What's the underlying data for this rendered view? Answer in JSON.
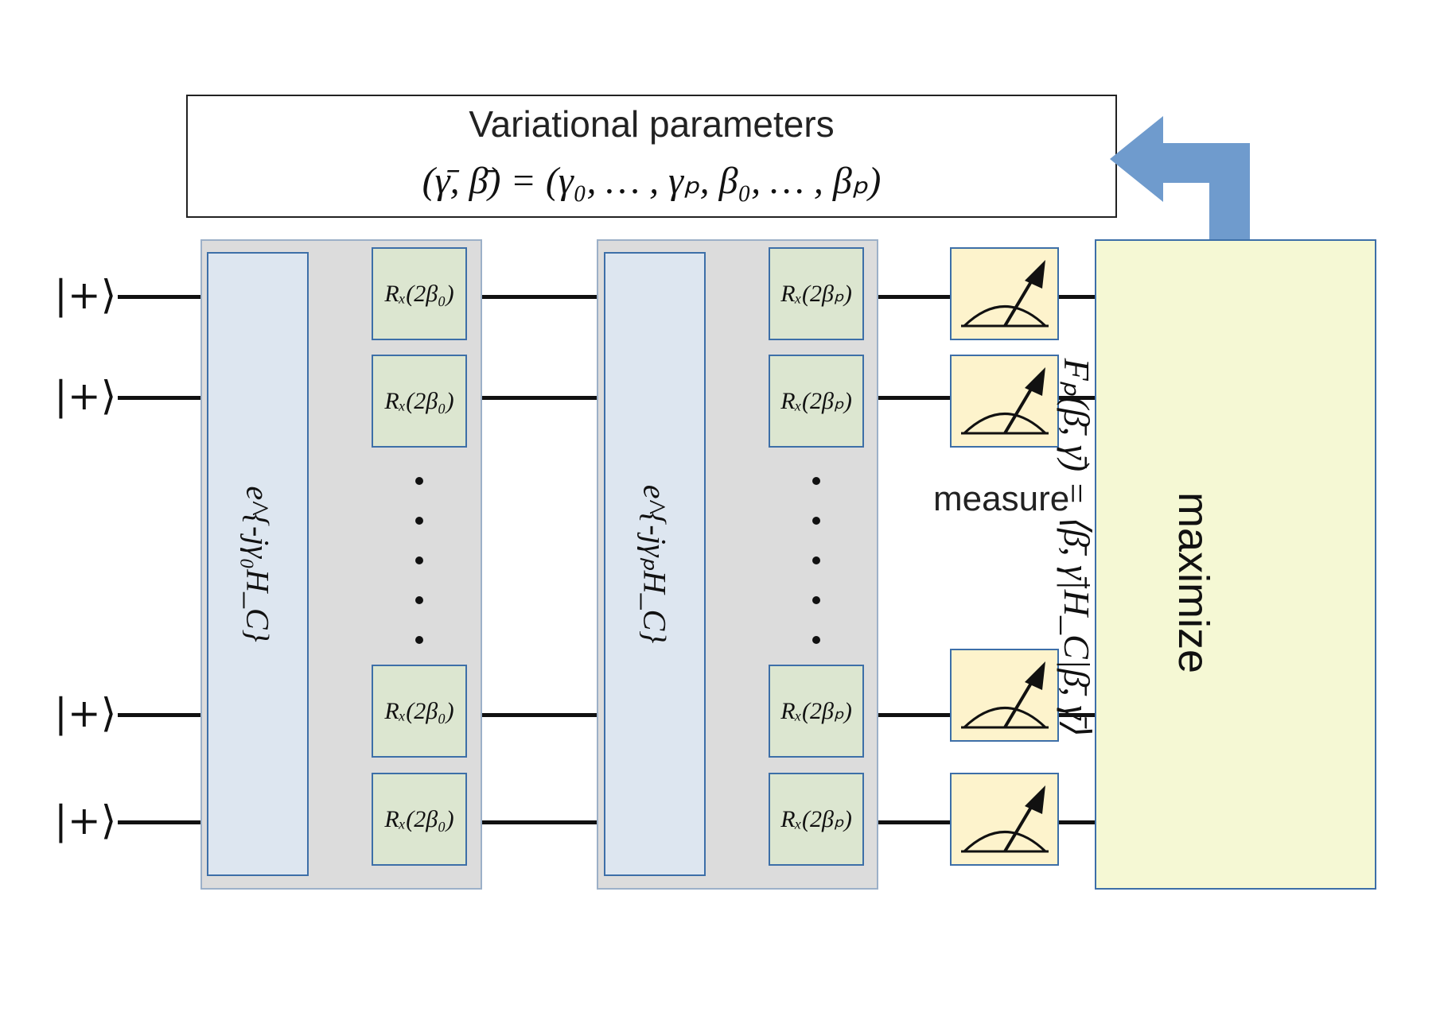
{
  "header": {
    "title": "Variational parameters",
    "formula": "(γ̄, β̄) = (γ₀, … , γₚ, β₀, … , βₚ)"
  },
  "inputs": {
    "state_label": "|+⟩"
  },
  "layers": [
    {
      "cost_unitary": "e⁻ʲᵞ⁰ᴴᶜ",
      "cost_unitary_text": "e^{-jγ₀H_C}",
      "mixer_label": "Rₓ(2β₀)"
    },
    {
      "cost_unitary": "e⁻ʲᵞᵖᴴᶜ",
      "cost_unitary_text": "e^{-jγₚH_C}",
      "mixer_label": "Rₓ(2βₚ)"
    }
  ],
  "measurement": {
    "caption": "measure",
    "icon": "meter-icon"
  },
  "objective": {
    "action": "maximize",
    "formula": "Fₚ(β̄, γ̄) = ⟨β̄, γ̄|H_C|β̄, γ̄⟩"
  },
  "colors": {
    "layer_panel": "#dcdcdc",
    "cost_gate": "#dde6f0",
    "mixer_gate": "#dce6d0",
    "meter": "#fdf3cc",
    "objective": "#f5f8d4",
    "feedback_arrow": "#6f9bcd",
    "gate_border": "#3d6fa8"
  }
}
